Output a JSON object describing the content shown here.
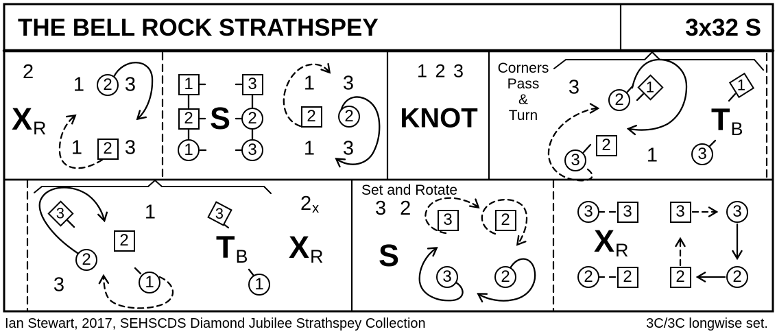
{
  "colors": {
    "ink": "#000000",
    "paper": "#ffffff"
  },
  "header": {
    "title": "THE BELL ROCK STRATHSPEY",
    "repeat": "3x32 S"
  },
  "footer": {
    "credit": "Ian Stewart, 2017, SEHSCDS Diamond Jubilee Strathspey Collection",
    "set_type": "3C/3C longwise set."
  },
  "cross1": {
    "bar": "2",
    "code": "X",
    "sub": "R",
    "top": [
      "1",
      "2",
      "3"
    ],
    "bottom": [
      "1",
      "2",
      "3"
    ]
  },
  "set1": {
    "code": "S",
    "left": [
      "1",
      "2",
      "1"
    ],
    "right": [
      "3",
      "2",
      "3"
    ]
  },
  "cast1": {
    "top": [
      "1",
      "3"
    ],
    "mid": [
      "2",
      "2"
    ],
    "bottom": [
      "1",
      "3"
    ]
  },
  "knot": {
    "positions": "1 2 3",
    "code": "KNOT"
  },
  "corners": {
    "labels": [
      "Corners",
      "Pass",
      "&",
      "Turn"
    ],
    "pos3": "3",
    "pos1": "1",
    "circle2": "2",
    "diamond1_a": "1",
    "diamond1_b": "1",
    "circle3_a": "3",
    "circle3_b": "3",
    "box2": "2",
    "code": "T",
    "sub": "B"
  },
  "turn_cross": {
    "diamond3_a": "3",
    "diamond3_b": "3",
    "pos1": "1",
    "pos3": "3",
    "box2": "2",
    "circle2": "2",
    "circle1_a": "1",
    "circle1_b": "1",
    "turn_code": "T",
    "turn_sub": "B",
    "cross_code": "X",
    "cross_sub": "R",
    "repeat_count": "2",
    "repeat_sub": "x"
  },
  "set_rotate": {
    "label": "Set and Rotate",
    "positions": "3 2",
    "code": "S",
    "box3": "3",
    "box2": "2",
    "circle3": "3",
    "circle2": "2"
  },
  "cross2": {
    "code": "X",
    "sub": "R",
    "left": {
      "c3": "3",
      "b3": "3",
      "c2": "2",
      "b2": "2"
    },
    "right": {
      "b3": "3",
      "c3": "3",
      "b2": "2",
      "c2": "2"
    }
  }
}
